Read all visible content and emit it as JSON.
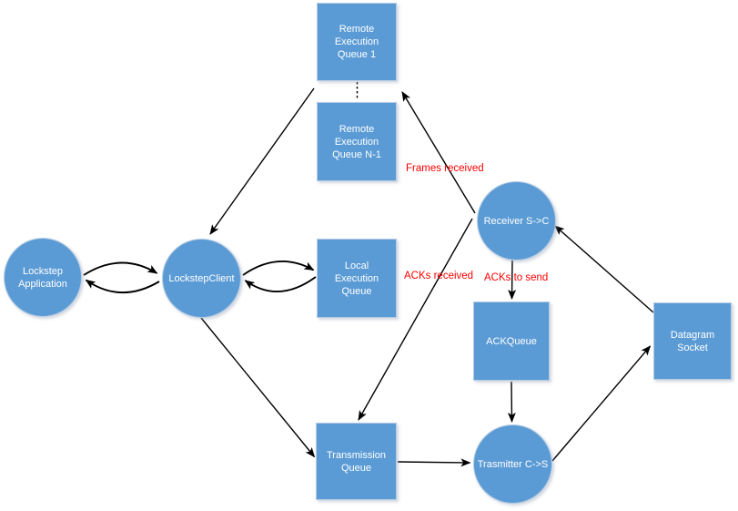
{
  "diagram": {
    "colors": {
      "node_fill": "#5b9bd5",
      "node_border": "#b7cde3",
      "node_text": "#ffffff",
      "edge": "#000000",
      "edge_label": "#ff0000",
      "background": "#ffffff"
    },
    "nodes": {
      "remote_queue_1": {
        "label": "Remote\nExecution\nQueue 1",
        "shape": "rect"
      },
      "remote_queue_n1": {
        "label": "Remote\nExecution\nQueue N-1",
        "shape": "rect"
      },
      "lockstep_application": {
        "label": "Lockstep\nApplication",
        "shape": "circle"
      },
      "lockstep_client": {
        "label": "LockstepClient",
        "shape": "circle"
      },
      "local_queue": {
        "label": "Local\nExecution\nQueue",
        "shape": "rect"
      },
      "receiver": {
        "label": "Receiver S->C",
        "shape": "circle"
      },
      "ack_queue": {
        "label": "ACKQueue",
        "shape": "rect"
      },
      "transmission_queue": {
        "label": "Transmission\nQueue",
        "shape": "rect"
      },
      "trasmitter": {
        "label": "Trasmitter C->S",
        "shape": "circle"
      },
      "datagram_socket": {
        "label": "Datagram\nSocket",
        "shape": "rect"
      }
    },
    "edge_labels": {
      "frames_received": "Frames received",
      "acks_received": "ACKs received",
      "acks_to_send": "ACKs to send"
    },
    "edges": [
      {
        "from": "Remote Execution Queues",
        "to": "LockstepClient",
        "label": "",
        "style": "arrow"
      },
      {
        "from": "Receiver S->C",
        "to": "Remote Execution Queues",
        "label": "Frames received",
        "style": "arrow"
      },
      {
        "from": "Receiver S->C",
        "to": "Transmission Queue",
        "label": "ACKs received",
        "style": "arrow"
      },
      {
        "from": "Receiver S->C",
        "to": "ACKQueue",
        "label": "ACKs to send",
        "style": "arrow"
      },
      {
        "from": "ACKQueue",
        "to": "Trasmitter C->S",
        "label": "",
        "style": "arrow"
      },
      {
        "from": "Transmission Queue",
        "to": "Trasmitter C->S",
        "label": "",
        "style": "arrow"
      },
      {
        "from": "LockstepClient",
        "to": "Transmission Queue",
        "label": "",
        "style": "arrow"
      },
      {
        "from": "Trasmitter C->S",
        "to": "Datagram Socket",
        "label": "",
        "style": "arrow"
      },
      {
        "from": "Datagram Socket",
        "to": "Receiver S->C",
        "label": "",
        "style": "arrow"
      },
      {
        "from": "Lockstep Application",
        "to": "LockstepClient",
        "label": "",
        "style": "bidirectional-curved"
      },
      {
        "from": "LockstepClient",
        "to": "Local Execution Queue",
        "label": "",
        "style": "bidirectional-curved"
      },
      {
        "from": "Remote Execution Queue 1",
        "to": "Remote Execution Queue N-1",
        "label": "",
        "style": "dotted"
      }
    ]
  }
}
